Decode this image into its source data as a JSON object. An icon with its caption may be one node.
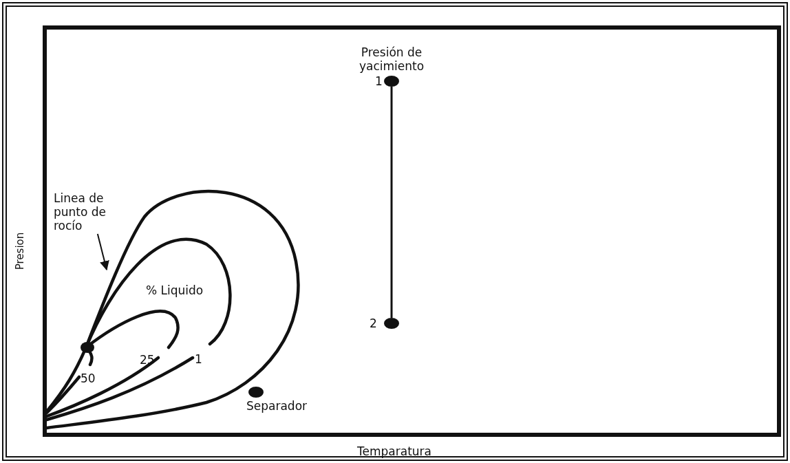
{
  "diagram": {
    "nodes": [
      {
        "text": [],
        "shape": "circle",
        "beside": [
          "Presión de yacimiento",
          "1"
        ]
      },
      {
        "text": [],
        "shape": "circle",
        "beside": [
          "2"
        ]
      },
      {
        "text": [
          "Linea de punto de rocío"
        ]
      }
    ],
    "edges": [
      {
        "from": 0,
        "to": 1,
        "arrow": "none"
      },
      {
        "from": 2,
        "to": null,
        "arrow": "to"
      }
    ],
    "labels": [
      "% Liquido",
      "50",
      "25",
      "1",
      "Separador",
      "Presion",
      "Temparatura"
    ]
  }
}
